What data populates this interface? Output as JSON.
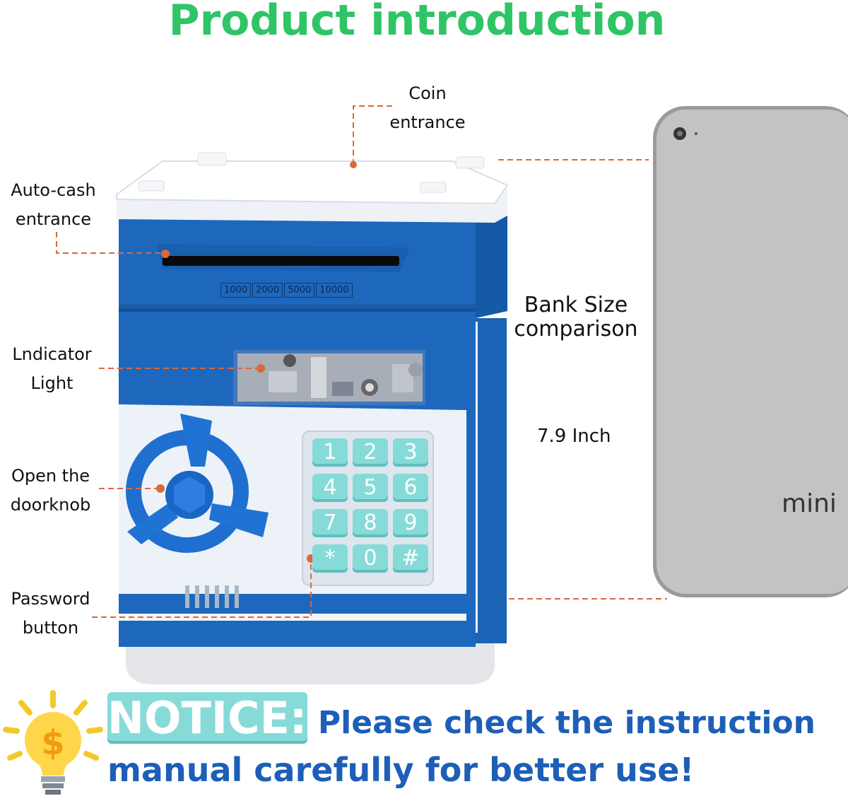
{
  "title": "Product introduction",
  "labels": {
    "coin_entrance": [
      "Coin",
      "entrance"
    ],
    "auto_cash_entrance": [
      "Auto-cash",
      "entrance"
    ],
    "indicator_light": [
      "Lndicator",
      "Light"
    ],
    "open_doorknob": [
      "Open the",
      "doorknob"
    ],
    "password_button": [
      "Password",
      "button"
    ]
  },
  "comparison": {
    "heading_line1": "Bank Size",
    "heading_line2": "comparison",
    "size": "7.9 Inch",
    "tablet_text": "mini"
  },
  "bill_denominations": [
    "1000",
    "2000",
    "5000",
    "10000"
  ],
  "keypad": [
    "1",
    "2",
    "3",
    "4",
    "5",
    "6",
    "7",
    "8",
    "9",
    "*",
    "0",
    "#"
  ],
  "notice": {
    "keyword": "NOTICE:",
    "line1": " Please check the instruction",
    "line2": "manual carefully for better use!"
  },
  "colors": {
    "title": "#2fc466",
    "bank_blue": "#1b63b4",
    "notice": "#1d5fb7",
    "leader_line": "#d9693a",
    "keypad_button": "#86dbd8"
  }
}
